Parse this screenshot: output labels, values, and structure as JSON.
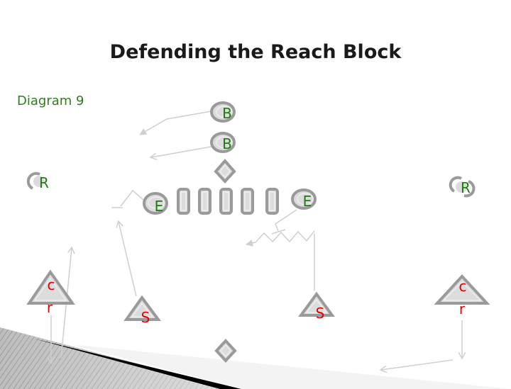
{
  "title": "Defending the Reach Block",
  "diagram_label": "Diagram 9",
  "players": {
    "backer_1": "B",
    "backer_2": "B",
    "end_left": "E",
    "end_right": "E",
    "rover_left": "R",
    "rover_right": "R",
    "corner_left": {
      "line1": "c",
      "line2": "r"
    },
    "corner_right": {
      "line1": "c",
      "line2": "r"
    },
    "safety_left": "S",
    "safety_right": "S"
  },
  "colors": {
    "defense_letters": "#1f7a12",
    "secondary_letters": "#e00000",
    "marker_fill": "#dcdcdc",
    "marker_stroke": "#9a9a9a"
  }
}
